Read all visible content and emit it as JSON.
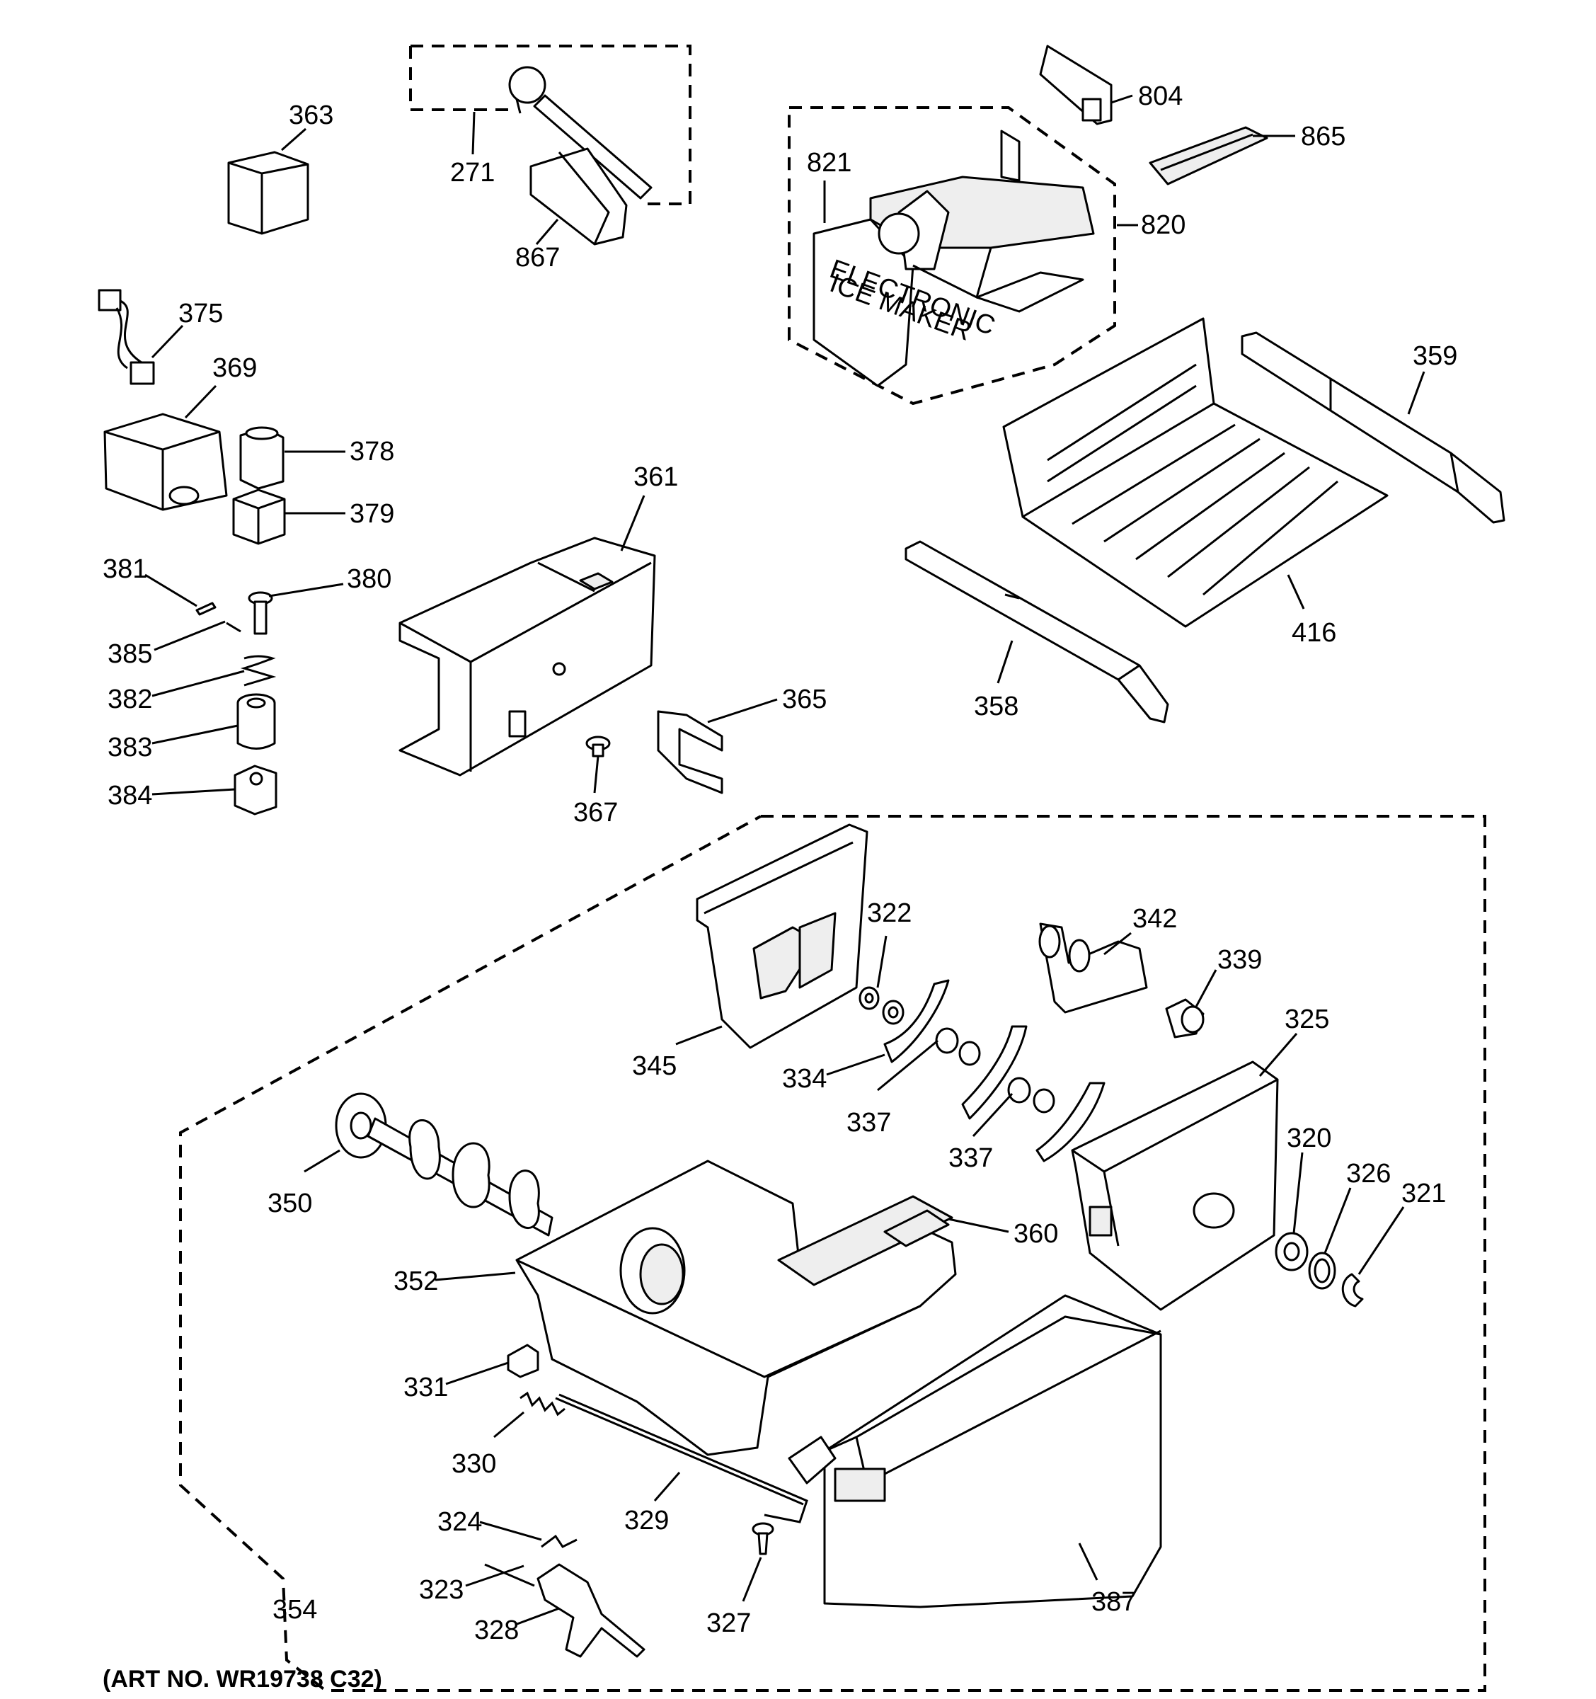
{
  "diagram": {
    "art_number": "(ART NO. WR19738 C32)",
    "callouts": {
      "c363": "363",
      "c271": "271",
      "c867": "867",
      "c804": "804",
      "c865": "865",
      "c821": "821",
      "c820": "820",
      "c375": "375",
      "c369": "369",
      "c378": "378",
      "c379": "379",
      "c381": "381",
      "c380": "380",
      "c385": "385",
      "c382": "382",
      "c383": "383",
      "c384": "384",
      "c361": "361",
      "c365": "365",
      "c367": "367",
      "c359": "359",
      "c416": "416",
      "c358": "358",
      "c322": "322",
      "c342": "342",
      "c339": "339",
      "c345": "345",
      "c334": "334",
      "c337a": "337",
      "c337b": "337",
      "c325": "325",
      "c320": "320",
      "c326": "326",
      "c321": "321",
      "c350": "350",
      "c360": "360",
      "c352": "352",
      "c331": "331",
      "c330": "330",
      "c329": "329",
      "c324": "324",
      "c323": "323",
      "c354": "354",
      "c328": "328",
      "c327": "327",
      "c387": "387"
    },
    "device_label_line1": "ELECTRONIC",
    "device_label_line2": "ICE MAKER"
  }
}
